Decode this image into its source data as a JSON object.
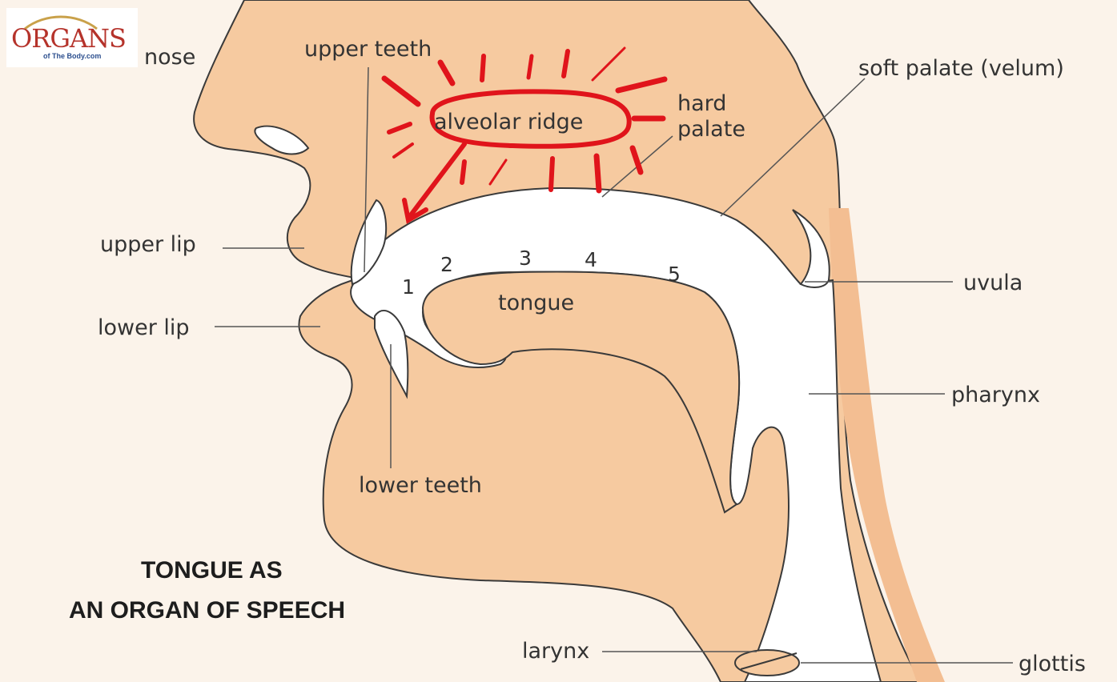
{
  "logo": {
    "name": "ORGANS",
    "tagline": "of The Body.com"
  },
  "labels": {
    "nose": "nose",
    "upper_teeth": "upper teeth",
    "alveolar_ridge": "alveolar ridge",
    "hard_palate_1": "hard",
    "hard_palate_2": "palate",
    "soft_palate": "soft palate (velum)",
    "upper_lip": "upper lip",
    "lower_lip": "lower lip",
    "tongue": "tongue",
    "uvula": "uvula",
    "pharynx": "pharynx",
    "lower_teeth": "lower teeth",
    "larynx": "larynx",
    "glottis": "glottis"
  },
  "numbers": [
    "1",
    "2",
    "3",
    "4",
    "5"
  ],
  "title": {
    "line1": "TONGUE AS",
    "line2": "AN ORGAN OF SPEECH"
  },
  "colors": {
    "skin": "#f6caa0",
    "cavity": "#ffffff",
    "background": "#fbf3ea",
    "highlight": "#e0141b",
    "outline": "#3a3a3a"
  }
}
